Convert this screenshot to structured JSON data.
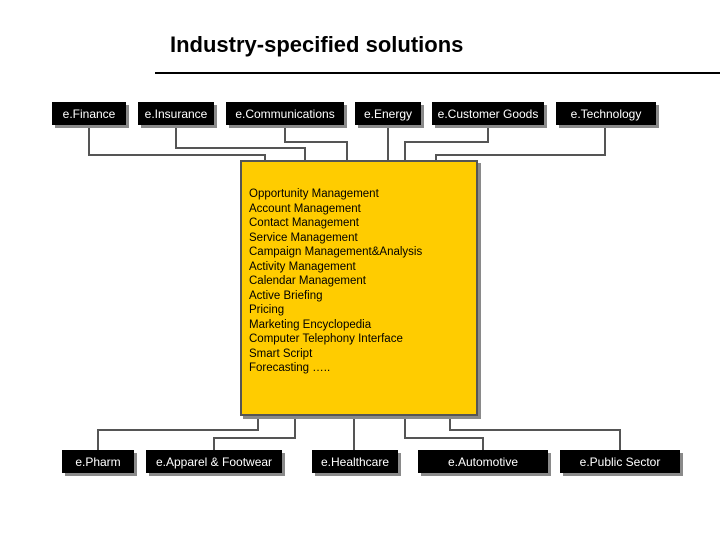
{
  "title": "Industry-specified solutions",
  "top_boxes": [
    {
      "label": "e.Finance"
    },
    {
      "label": "e.Insurance"
    },
    {
      "label": "e.Communications"
    },
    {
      "label": "e.Energy"
    },
    {
      "label": "e.Customer Goods"
    },
    {
      "label": "e.Technology"
    }
  ],
  "bottom_boxes": [
    {
      "label": "e.Pharm"
    },
    {
      "label": "e.Apparel & Footwear"
    },
    {
      "label": "e.Healthcare"
    },
    {
      "label": "e.Automotive"
    },
    {
      "label": "e.Public Sector"
    }
  ],
  "center_items": [
    "Opportunity Management",
    "Account Management",
    "Contact Management",
    "Service Management",
    "Campaign Management&Analysis",
    "Activity Management",
    "Calendar Management",
    "Active Briefing",
    "Pricing",
    "Marketing Encyclopedia",
    "Computer Telephony Interface",
    "Smart Script",
    "Forecasting ….."
  ],
  "colors": {
    "box": "#000000",
    "box_text": "#ffffff",
    "center": "#ffcc00"
  }
}
